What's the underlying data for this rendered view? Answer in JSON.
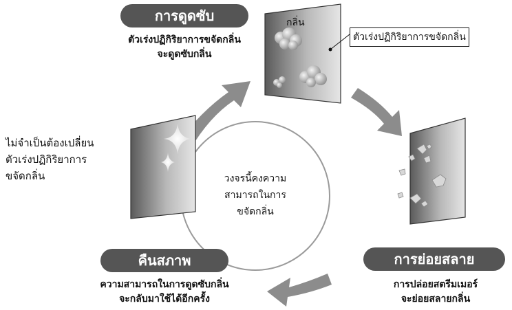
{
  "stages": {
    "absorb": {
      "title": "การดูดซับ",
      "desc": [
        "ตัวเร่งปฏิกิริยาการขจัดกลิ่น",
        "จะดูดซับกลิ่น"
      ]
    },
    "decompose": {
      "title": "การย่อยสลาย",
      "desc": [
        "การปล่อยสตรีมเมอร์",
        "จะย่อยสลายกลิ่น"
      ]
    },
    "restore": {
      "title": "คืนสภาพ",
      "desc": [
        "ความสามารถในการดูดซับกลิ่น",
        "จะกลับมาใช้ได้อีกครั้ง"
      ]
    }
  },
  "labels": {
    "odor": "กลิ่น",
    "catalyst": "ตัวเร่งปฏิกิริยาการขจัดกลิ่น"
  },
  "left_note": [
    "ไม่จำเป็นต้องเปลี่ยน",
    "ตัวเร่งปฏิกิริยาการ",
    "ขจัดกลิ่น"
  ],
  "center": [
    "วงจรนี้คงความ",
    "สามารถในการ",
    "ขจัดกลิ่น"
  ],
  "colors": {
    "pill": "#555555",
    "arrow": "#8c8c8c",
    "circle": "#999999"
  }
}
